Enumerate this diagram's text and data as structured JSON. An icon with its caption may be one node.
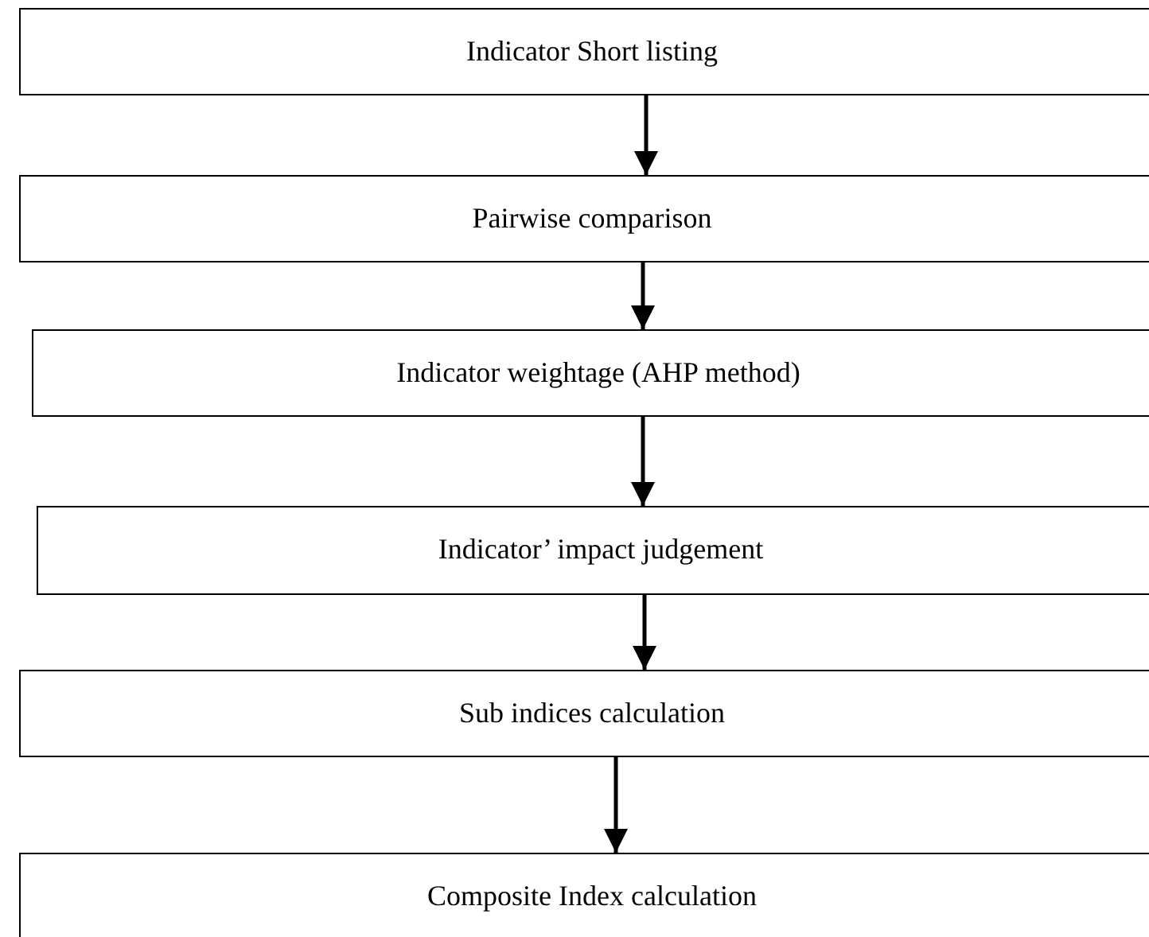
{
  "diagram": {
    "nodes": [
      {
        "text": [
          "Indicator Short listing"
        ]
      },
      {
        "text": [
          "Pairwise comparison"
        ]
      },
      {
        "text": [
          "Indicator weightage (AHP method)"
        ]
      },
      {
        "text": [
          "Indicator’ impact judgement"
        ]
      },
      {
        "text": [
          "Sub indices calculation"
        ]
      },
      {
        "text": [
          "Composite Index calculation"
        ]
      }
    ],
    "edges": [
      {
        "from": 0,
        "to": 1,
        "arrow": "to"
      },
      {
        "from": 1,
        "to": 2,
        "arrow": "to"
      },
      {
        "from": 2,
        "to": 3,
        "arrow": "to"
      },
      {
        "from": 3,
        "to": 4,
        "arrow": "to"
      },
      {
        "from": 4,
        "to": 5,
        "arrow": "to"
      }
    ]
  }
}
